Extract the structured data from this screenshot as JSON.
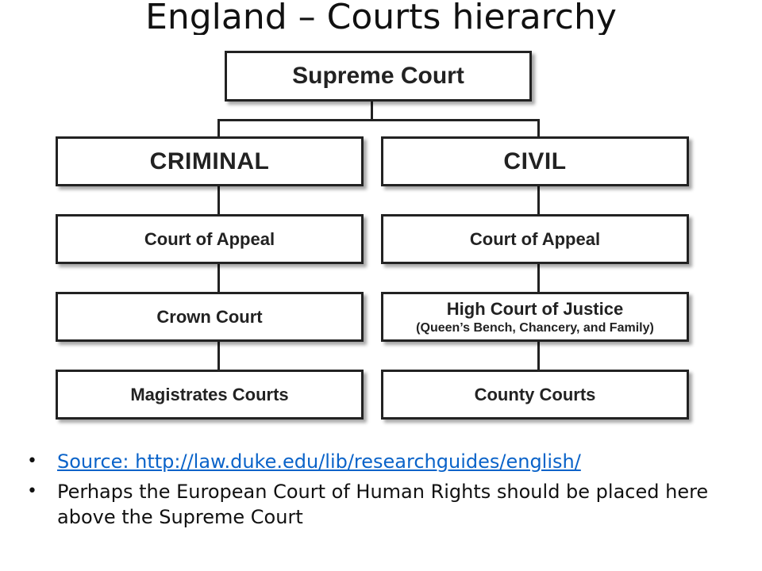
{
  "title": "England – Courts hierarchy",
  "diagram": {
    "top": "Supreme Court",
    "criminal": {
      "header": "CRIMINAL",
      "courts": [
        "Court of Appeal",
        "Crown Court",
        "Magistrates Courts"
      ]
    },
    "civil": {
      "header": "CIVIL",
      "courts": [
        "Court of Appeal",
        "High Court of Justice",
        "County Courts"
      ],
      "high_court_sub": "(Queen’s Bench, Chancery, and Family)"
    }
  },
  "notes": {
    "bullet": "•",
    "source": "Source: http://law.duke.edu/lib/researchguides/english/",
    "comment": "Perhaps the European Court of Human Rights should be placed here above the Supreme Court"
  }
}
